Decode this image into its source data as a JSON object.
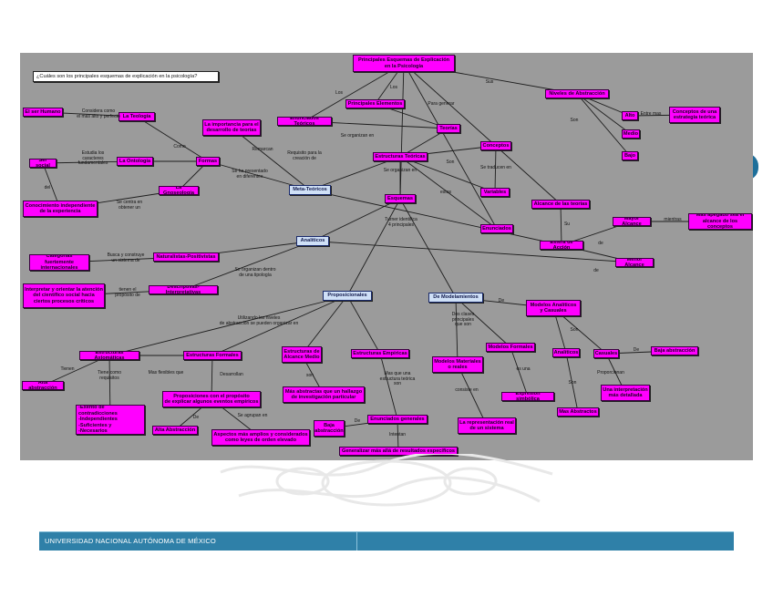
{
  "question": "¿Cuáles son los principales esquemas de explicación en la psicología?",
  "footer": {
    "university": "UNIVERSIDAD NACIONAL AUTÓNOMA DE MÉXICO"
  },
  "nodes": {
    "root": "Principales Esquemas de Explicación\nen la Psicología",
    "niveles_abstraccion": "Niveles de Abstracción",
    "alto": "Alto",
    "medio": "Medio",
    "bajo": "Bajo",
    "conceptos_estrategia": "Conceptos de una\nestrategia teórica",
    "enunciados_teoricos": "Enunciados Teóricos",
    "principales_elementos": "Principales Elementos",
    "teorias": "Teorías",
    "estructuras_teoricas": "Estructuras Teóricas",
    "conceptos": "Conceptos",
    "variables": "Variables",
    "enunciados": "Enunciados",
    "esquemas": "Esquemas",
    "la_teologia": "La Teología",
    "el_ser_humano": "El ser Humano",
    "la_ontologia": "La Ontología",
    "ser_social": "Ser social",
    "la_gnoseologia": "La Gnoseología",
    "conocimiento_independiente": "Conocimiento independiente\nde la experiencia",
    "formas": "Formas",
    "importancia_desarrollo": "La importancia para el\ndesarrollo de teorías",
    "meta_teoricos": "Meta-Teóricos",
    "alcance_teorias": "Alcance de las teorías",
    "esfera_accion": "Esfera de Acción",
    "mayor_alcance": "Mayor Alcance",
    "menor_alcance": "Menor Alcance",
    "apegado_alcance": "Mas apegado sea el\nalcance de los conceptos",
    "analiticos": "Analíticos",
    "naturalistas": "Naturalistas-Positivistas",
    "categorias": "Categorías fuertemente\ninternacionales",
    "descriptivas": "Descriptivas-Interpretativas",
    "interpretar": "Interpretar y orientar la atención\ndel científico social hacia\nciertos procesos críticos",
    "proposicionales": "Proposicionales",
    "de_modelamientos": "De Modelamientos",
    "modelos_analiticos": "Modelos Analíticos\ny Casuales",
    "analiticos_m": "Analíticos",
    "casuales": "Casuales",
    "baja_abstraccion_m": "Baja abstracción",
    "mas_abstractos": "Mas Abstractos",
    "interpretacion_detallada": "Una interpretación\nmás detallada",
    "modelos_materiales": "Modelos Materiales\no reales",
    "modelos_formales": "Modelos Formales",
    "expresion_simbolica": "Expresión simbólica",
    "representacion_real": "La representación real\nde un sistema",
    "estructuras_axiomaticas": "Estructuras Axiomáticas",
    "estructuras_formales": "Estructuras Formales",
    "estructuras_alcance_medio": "Estructuras de\nAlcance Medio",
    "estructuras_empiricas": "Estructuras Empíricas",
    "alta_abstraccion": "Alta abstracción",
    "exento": "-Exento de contradicciones\n-Independientes\n-Suficientes y\n-Necesarios",
    "proposiciones_explicar": "Proposiciones con el propósito\nde explicar algunos eventos empíricos",
    "alta_abstraccion_2": "Alta Abstracción",
    "aspectos_amplios": "Aspectos más amplios y considerados\ncomo leyes de orden elevado",
    "mas_abstractas": "Más abstractas que un hallazgo\nde investigación particular",
    "enunciados_generales": "Enunciados generales",
    "baja_abstraccion": "Baja\nabstracción",
    "generalizar": "Generalizar más allá de resultados específicos"
  },
  "edge_labels": {
    "los_1": "Los",
    "los_2": "Los",
    "sus": "Sus",
    "son_niveles": "Son",
    "entre_mas": "Entre mas",
    "para_generar": "Para generar",
    "se_organizan_en_1": "Se organizan en",
    "se_organizan_en_2": "Se organizan en",
    "son_estructuras": "Son",
    "se_traducen_en": "Se traducen en",
    "estos": "estos",
    "considera_como": "Considera como\nel más alto y perfecto",
    "estudia_caracteres": "Estudia los\ncaracteres\nfundamentales",
    "como": "Como",
    "del": "del",
    "se_centra": "Se centra en\nobtener un",
    "remarcan": "Remarcan",
    "requisito": "Requisito para la\ncreación de",
    "se_ha_presentado": "Se ha presentado\nen diferentes",
    "turner": "Turner identifica\n4 principales",
    "su": "Su",
    "de": "de",
    "mientras": "mientras",
    "de_2": "de",
    "busca_construir": "Busca y construye\nun sistema de",
    "se_organizan_tipologia": "Se organizan dentro\nde una tipología",
    "tienen_proposito": "tienen el\npropósito de",
    "utilizando_niveles": "Utilizando los niveles\nde abstracción se pueden organizar en",
    "de_3": "De",
    "dos_clases": "Dos clases\nprincipales\nque son",
    "son_modelos": "Son",
    "de_baja": "De",
    "son_mas": "Son",
    "proporcionan": "Proporcionan",
    "es_una": "es una",
    "consiste_en": "consiste en",
    "tienen": "Tienen",
    "tiene_como": "Tiene como\nrequisitos",
    "mas_flexibles": "Mas flexibles que",
    "desarrollan": "Desarrollan",
    "de_4": "De",
    "se_agrupan": "Se agrupan en",
    "son_empiricas": "son",
    "mas_que_una": "Mas que una\nestructura teórica\nson",
    "de_5": "De",
    "intentan": "Intentan"
  },
  "colors": {
    "panel": "#9b9b9b",
    "node": "#ff00ff",
    "blue_node": "#cfe0f7",
    "footer": "#2f80a8"
  }
}
